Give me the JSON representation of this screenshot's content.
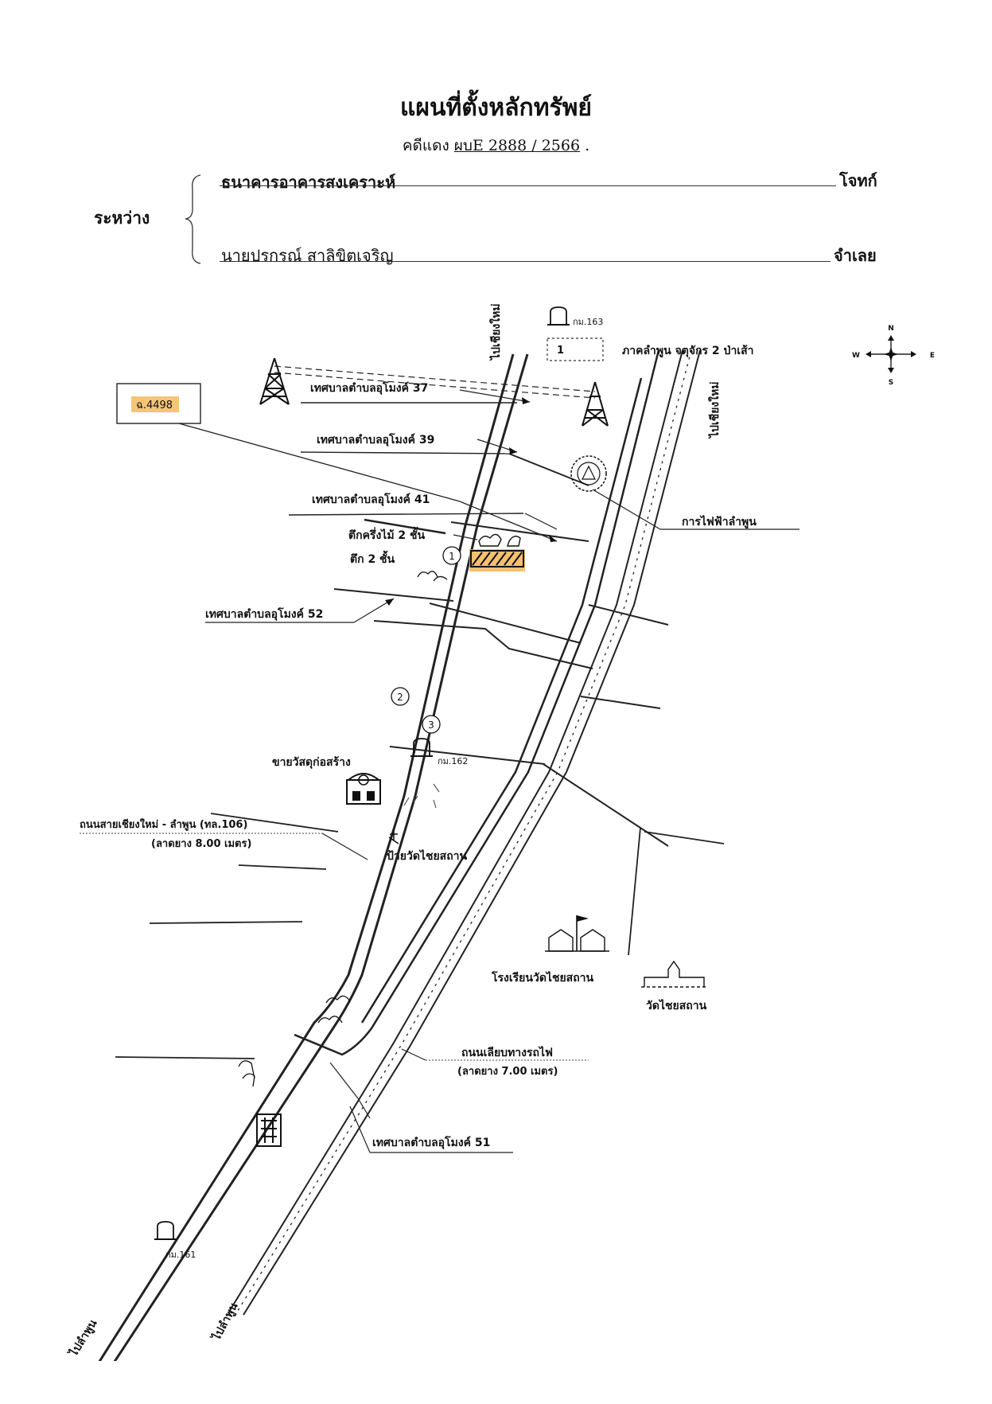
{
  "document": {
    "title": "แผนที่ตั้งหลักทรัพย์",
    "case_prefix": "คดีแดง",
    "case_number": "ผบE 2888 / 2566",
    "case_suffix": ".",
    "between_label": "ระหว่าง",
    "plaintiff": "ธนาคารอาคารสงเคราะห์",
    "plaintiff_role": "โจทก์",
    "defendant": "นายปรกรณ์  สาลิขิตเจริญ",
    "defendant_role": "จำเลย"
  },
  "map": {
    "compass": {
      "n": "N",
      "s": "S",
      "e": "E",
      "w": "W"
    },
    "deed_label": "ฉ.4498",
    "highlight_color": "#f2b24a",
    "directions": {
      "to_chiang_mai_road": "ไปเชียงใหม่",
      "to_chiang_mai_rail": "ไปเชียงใหม่",
      "to_lamphun_road": "ไปลำพูน",
      "to_lamphun_rail": "ไปลำพูน"
    },
    "km_markers": {
      "km163": "กม.163",
      "km162": "กม.162",
      "km161": "กม.161"
    },
    "labels": {
      "soi37": "เทศบาลตำบลอุโมงค์ 37",
      "soi39": "เทศบาลตำบลอุโมงค์ 39",
      "soi41": "เทศบาลตำบลอุโมงค์ 41",
      "soi52": "เทศบาลตำบลอุโมงค์ 52",
      "soi51": "เทศบาลตำบลอุโมงค์ 51",
      "half_wood": "ตึกครึ่งไม้ 2 ชั้น",
      "two_storey": "ตึก 2 ชั้น",
      "engineering": "ภาคลำพูน จตุจักร 2 ป่าเส้า",
      "pea": "การไฟฟ้าลำพูน",
      "materials": "ขายวัสดุก่อสร้าง",
      "highway_name": "ถนนสายเชียงใหม่ - ลำพูน (ทล.106)",
      "highway_surface": "(ลาดยาง 8.00 เมตร)",
      "temple_sign": "ป้ายวัดไชยสถาน",
      "school": "โรงเรียนวัดไชยสถาน",
      "temple": "วัดไชยสถาน",
      "rail_road_name": "ถนนเลียบทางรถไฟ",
      "rail_road_surface": "(ลาดยาง 7.00 เมตร)"
    },
    "points": {
      "p1": "1",
      "p2": "2",
      "p3": "3",
      "p_sign": "1"
    }
  }
}
